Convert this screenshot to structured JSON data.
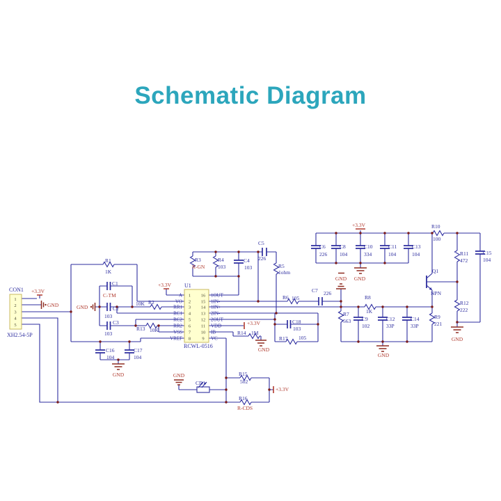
{
  "title": {
    "text": "Schematic Diagram"
  },
  "colors": {
    "accent": "#2ca6bc",
    "wire": "#2d2d9f",
    "special": "#b03a2e",
    "ground": "#8e2b20",
    "box_fill": "#ffffcf",
    "box_border": "#c9b862"
  },
  "con1": {
    "ref": "CON1",
    "part": "XH2.54-5P",
    "pins": [
      "1",
      "2",
      "3",
      "4",
      "5"
    ]
  },
  "u1": {
    "ref": "U1",
    "part": "RCWL-0516",
    "left_pins": [
      {
        "num": "1",
        "name": "A"
      },
      {
        "num": "2",
        "name": "VO"
      },
      {
        "num": "3",
        "name": "RR1"
      },
      {
        "num": "4",
        "name": "RC1"
      },
      {
        "num": "5",
        "name": "RC2"
      },
      {
        "num": "6",
        "name": "RR2"
      },
      {
        "num": "7",
        "name": "VSS"
      },
      {
        "num": "8",
        "name": "VREF"
      }
    ],
    "right_pins": [
      {
        "num": "16",
        "name": "1OUT"
      },
      {
        "num": "15",
        "name": "1IN-"
      },
      {
        "num": "14",
        "name": "1IN+"
      },
      {
        "num": "13",
        "name": "2IN-"
      },
      {
        "num": "12",
        "name": "2OUT"
      },
      {
        "num": "11",
        "name": "VDD"
      },
      {
        "num": "10",
        "name": "IB"
      },
      {
        "num": "9",
        "name": "VC"
      }
    ]
  },
  "power": {
    "v33": "+3.3V",
    "gnd": "GND"
  },
  "resistors": {
    "r1": {
      "name": "R1",
      "value": "1K"
    },
    "r2": {
      "name": "R2",
      "value": "10K"
    },
    "r3": {
      "name": "R3",
      "value": "R-GN"
    },
    "r4": {
      "name": "R4",
      "value": "103"
    },
    "r5": {
      "name": "R5",
      "value": "1ohm"
    },
    "r6": {
      "name": "R6",
      "value": "105"
    },
    "r7": {
      "name": "R7",
      "value": "563"
    },
    "r8": {
      "name": "R8",
      "value": "1K"
    },
    "r9": {
      "name": "R9",
      "value": "221"
    },
    "r10": {
      "name": "R10",
      "value": "100"
    },
    "r11": {
      "name": "R11",
      "value": "472"
    },
    "r12": {
      "name": "R12",
      "value": "222"
    },
    "r13": {
      "name": "R13",
      "value": "10K"
    },
    "r14": {
      "name": "R14",
      "value": "1M"
    },
    "r15": {
      "name": "R15",
      "value": "502"
    },
    "r16": {
      "name": "R16",
      "value": "R-CDS"
    },
    "r17": {
      "name": "R17",
      "value": "105"
    }
  },
  "capacitors": {
    "c1": {
      "name": "C1",
      "value": "C-TM"
    },
    "c2": {
      "name": "C2",
      "value": "103"
    },
    "c3": {
      "name": "C3",
      "value": "103"
    },
    "c4": {
      "name": "C4",
      "value": "103"
    },
    "c5": {
      "name": "C5",
      "value": "226"
    },
    "c6": {
      "name": "C6",
      "value": "226"
    },
    "c7": {
      "name": "C7",
      "value": "226"
    },
    "c8": {
      "name": "C8",
      "value": "104"
    },
    "c9": {
      "name": "C9",
      "value": "102"
    },
    "c10": {
      "name": "C10",
      "value": "334"
    },
    "c11": {
      "name": "C11",
      "value": "104"
    },
    "c12": {
      "name": "C12",
      "value": "33P"
    },
    "c13": {
      "name": "C13",
      "value": "104"
    },
    "c14": {
      "name": "C14",
      "value": "33P"
    },
    "c15": {
      "name": "C15",
      "value": "104"
    },
    "c16": {
      "name": "C16",
      "value": "104"
    },
    "c17": {
      "name": "C17",
      "value": "104"
    },
    "c18": {
      "name": "C18",
      "value": "103"
    }
  },
  "transistor": {
    "name": "Q1",
    "type": "NPN"
  },
  "photoresistor": {
    "name": "CD1"
  }
}
